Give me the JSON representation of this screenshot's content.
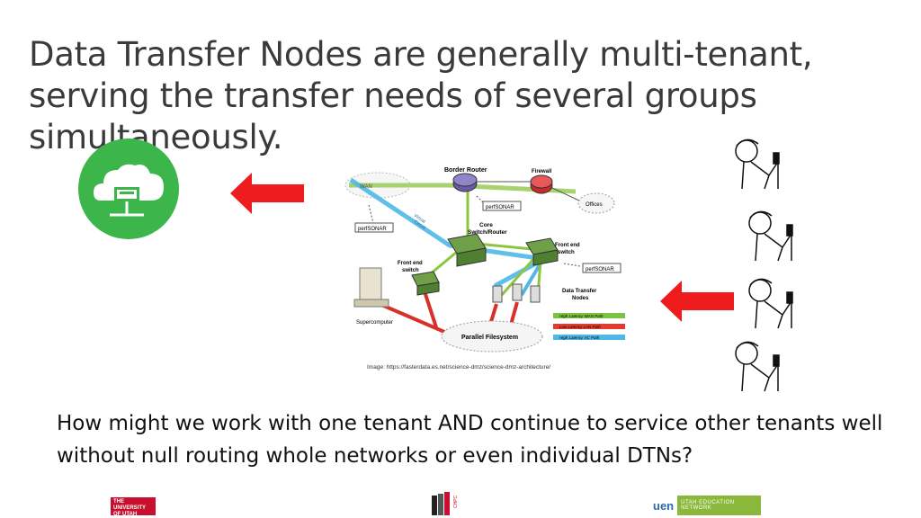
{
  "slide": {
    "title": "Data Transfer Nodes are generally multi-tenant, serving the transfer needs of several groups simultaneously.",
    "question": "How might we work with one tenant AND continue to service other tenants well without null routing whole networks or even individual DTNs?",
    "credit": "Image: https://fasterdata.es.net/science-dmz/science-dmz-architecture/"
  },
  "diagram": {
    "wan": "WAN",
    "border_router": "Border Router",
    "firewall": "Firewall",
    "offices": "Offices",
    "perfsonar": "perfSONAR",
    "core_line1": "Core",
    "core_line2": "Switch/Router",
    "front_end_line1": "Front end",
    "front_end_line2": "switch",
    "dtn_line1": "Data Transfer",
    "dtn_line2": "Nodes",
    "supercomputer": "Supercomputer",
    "parallel_fs": "Parallel Filesystem",
    "dark_fiber_line1": "Virtual",
    "dark_fiber_line2": "Circuit",
    "legend": [
      {
        "label": "High Latency WAN Path",
        "color": "#7dc242"
      },
      {
        "label": "Low Latency LAN Path",
        "color": "#e03c31"
      },
      {
        "label": "High Latency VC Path",
        "color": "#4fb8e6"
      }
    ]
  },
  "colors": {
    "cloud_green": "#3cb54a",
    "arrow_red": "#ee1c1c",
    "wan_green": "#8cc63f",
    "lan_red": "#d9302a",
    "vc_blue": "#4fb8e6"
  },
  "logos": {
    "university": "THE UNIVERSITY OF UTAH",
    "chpc": "CHPC",
    "uen_mark": "uen",
    "uen_text": "UTAH EDUCATION NETWORK"
  }
}
